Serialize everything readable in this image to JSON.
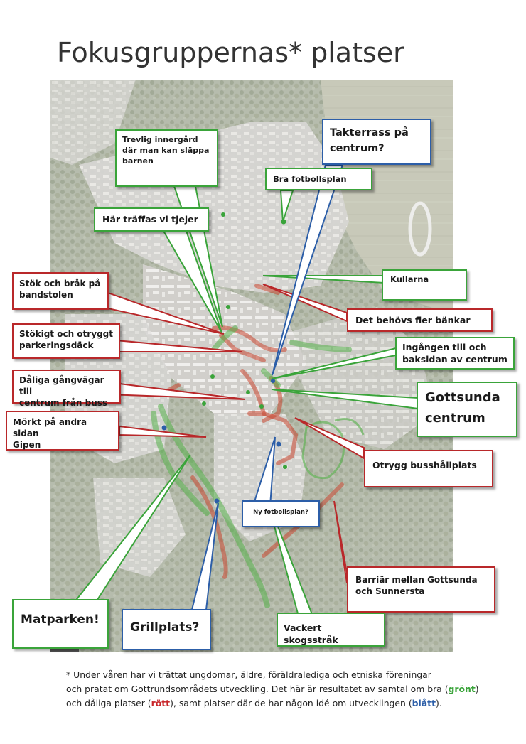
{
  "title": "Fokusgruppernas* platser",
  "colors": {
    "good": "#3aa43a",
    "bad": "#b9282a",
    "idea": "#2c5ea8"
  },
  "callouts": {
    "trevlig": [
      "Trevlig innergård",
      "där man kan släppa",
      "barnen"
    ],
    "takterrass": [
      "Takterrass på",
      "centrum?"
    ],
    "fotbollsplan": "Bra fotbollsplan",
    "traffas": "Här träffas vi tjejer",
    "kullarna": "Kullarna",
    "stok": [
      "Stök och bråk på",
      "bandstolen"
    ],
    "bankar": "Det behövs fler bänkar",
    "stokigt": [
      "Stökigt och otryggt",
      "parkeringsdäck"
    ],
    "ingangen": [
      "Ingången till och",
      "baksidan av centrum"
    ],
    "gangvagar": [
      "Dåliga gångvägar till",
      "centrum från buss"
    ],
    "gottsunda": [
      "Gottsunda",
      "centrum"
    ],
    "morkt": [
      "Mörkt på andra sidan",
      "Gipen"
    ],
    "busshallplats": "Otrygg busshållplats",
    "nyfotboll": "Ny fotbollsplan?",
    "barriar": [
      "Barriär mellan Gottsunda",
      "och Sunnersta"
    ],
    "matparken": "Matparken!",
    "grillplats": "Grillplats?",
    "skogsstrak": "Vackert skogsstråk"
  },
  "footnote": {
    "line1": "* Under våren har vi trättat ungdomar, äldre, föräldralediga och etniska föreningar",
    "line2": "och pratat om Gottrundsområdets utveckling.  Det här är resultatet av samtal om bra (",
    "green_word": "grönt",
    "line3a": ")",
    "line3b": "och dåliga platser (",
    "red_word": "rött",
    "line3c": "), samt platser där de har någon idé om utvecklingen (",
    "blue_word": "blått",
    "line3d": ")."
  }
}
